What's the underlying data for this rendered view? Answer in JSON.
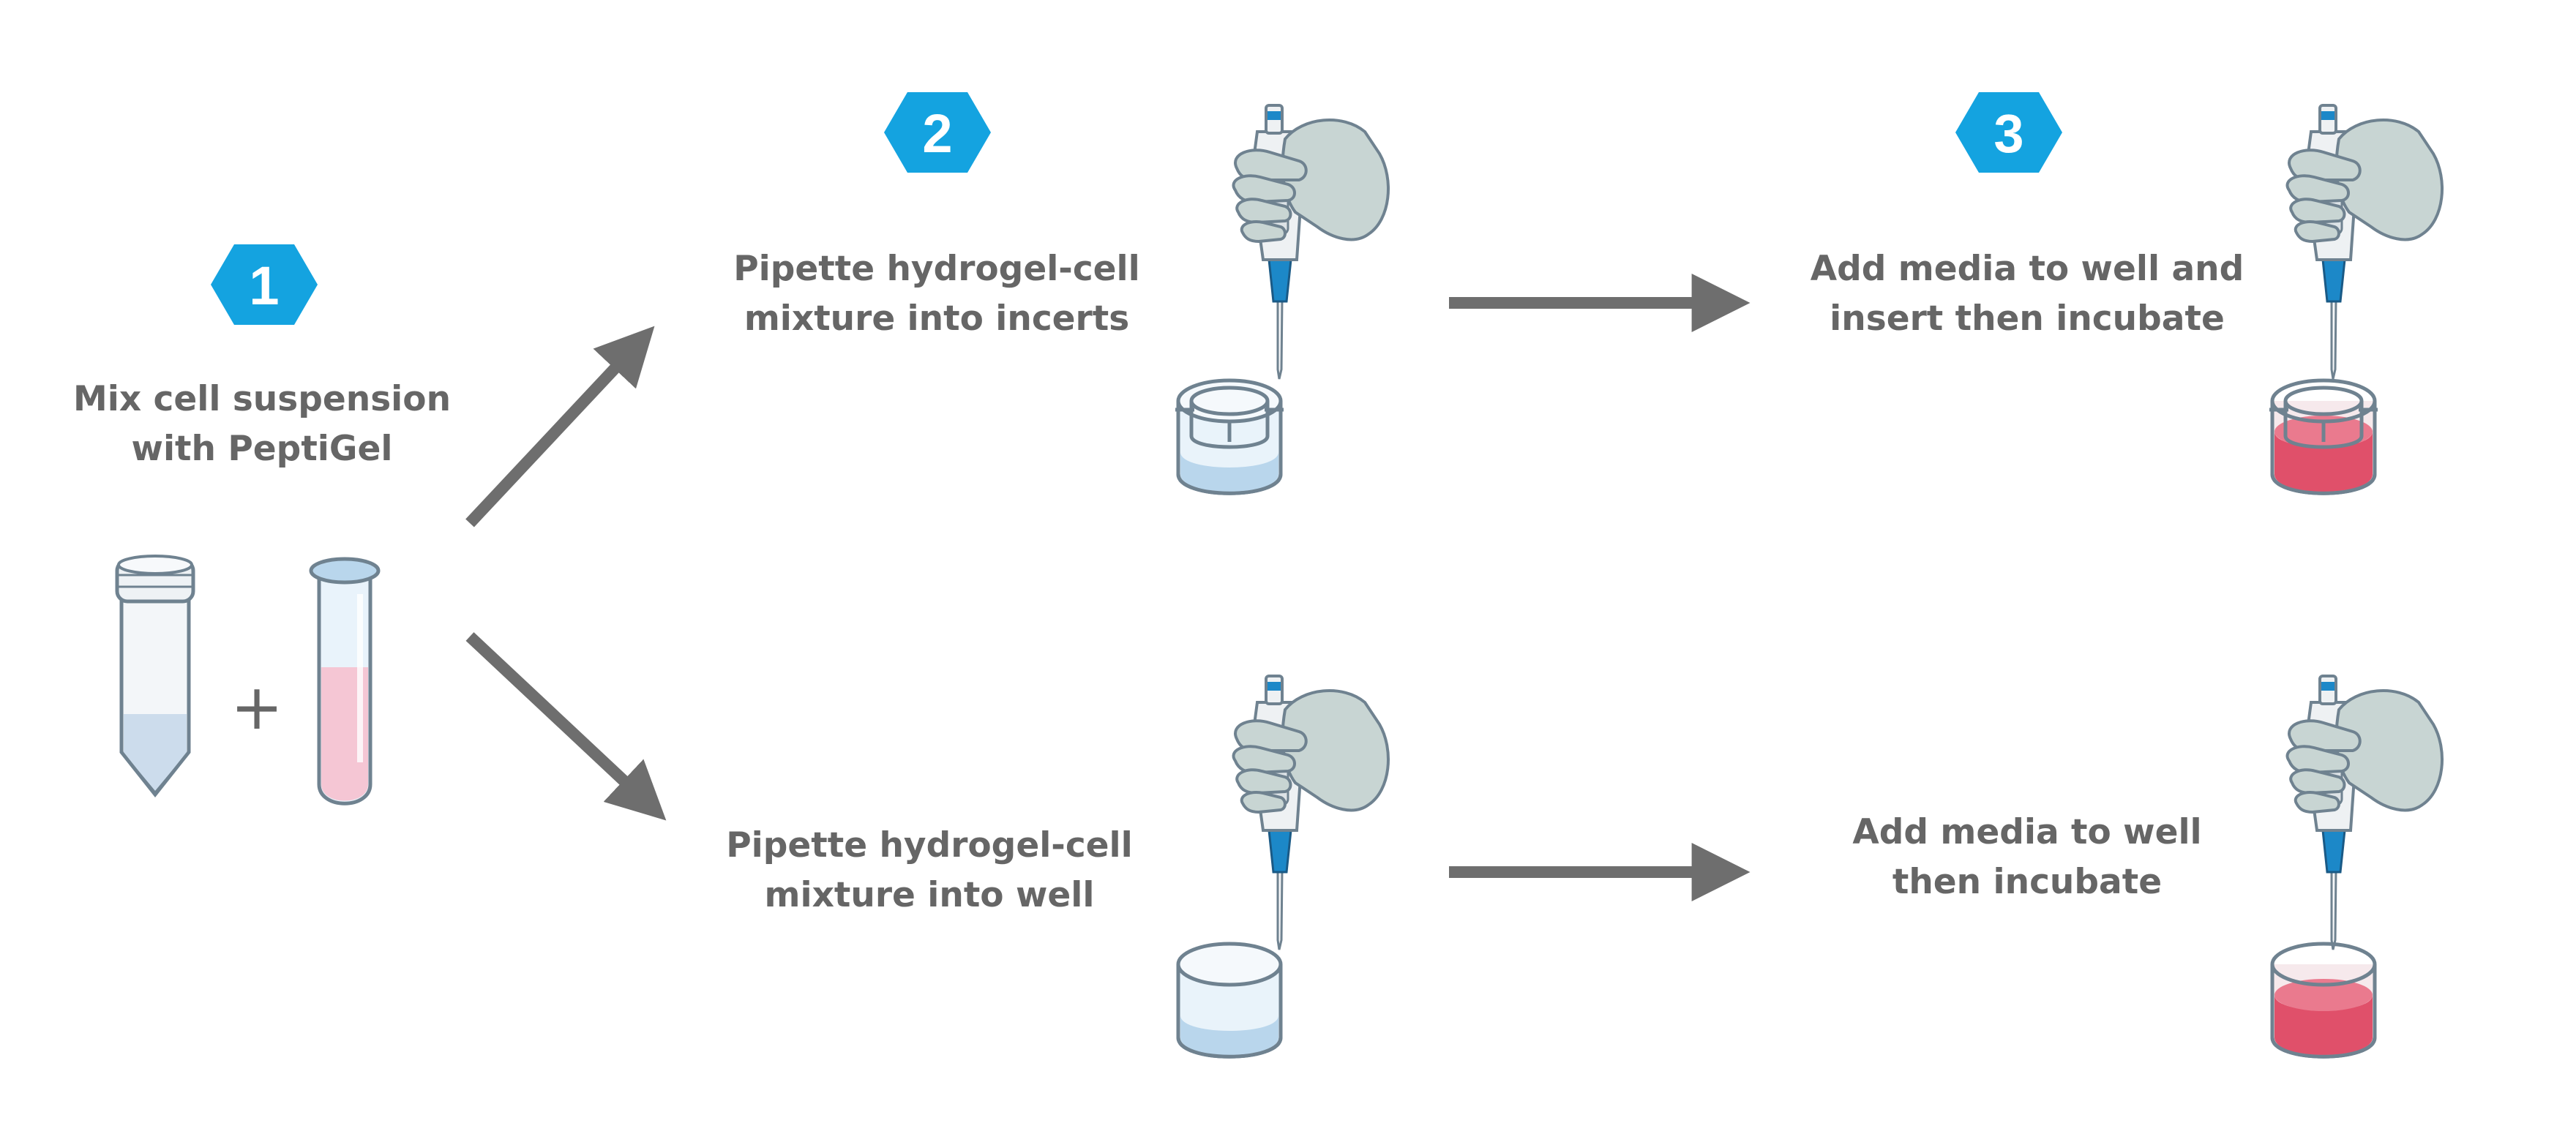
{
  "colors": {
    "badge": "#14a3e0",
    "text": "#666666",
    "arrow": "#6e6e6e",
    "outline": "#6f8290",
    "glove": "#c8d5d3",
    "pipette_body": "#eef1f3",
    "pipette_accent": "#1c88c8",
    "hydrogel": "#b9d6ec",
    "media": "#e0506a",
    "suspension_pink": "#f5c6d4"
  },
  "steps": [
    {
      "number": "1",
      "lines": [
        "Mix cell suspension",
        "with PeptiGel"
      ]
    },
    {
      "number": "2",
      "lines": [
        "Pipette hydrogel-cell",
        "mixture into incerts"
      ]
    },
    {
      "number": "3",
      "lines": [
        "Add media to well and",
        "insert then incubate"
      ]
    }
  ],
  "lower_branch": {
    "step2_lines": [
      "Pipette hydrogel-cell",
      "mixture into well"
    ],
    "step3_lines": [
      "Add media to well",
      "then incubate"
    ]
  },
  "symbols": {
    "plus": "+"
  },
  "icons": [
    "conical-tube-icon",
    "round-tube-icon",
    "pipette-hand-icon",
    "well-insert-icon",
    "well-icon",
    "arrow-icon"
  ]
}
